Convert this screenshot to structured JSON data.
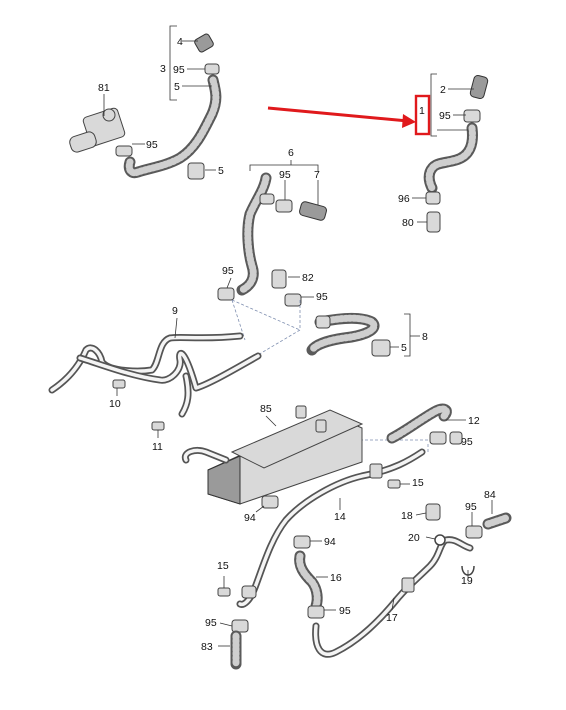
{
  "callouts": {
    "c1": "1",
    "c2": "2",
    "c3": "3",
    "c4": "4",
    "c5": "5",
    "c6": "6",
    "c7": "7",
    "c8": "8",
    "c9": "9",
    "c10": "10",
    "c11": "11",
    "c12": "12",
    "c14": "14",
    "c15": "15",
    "c16": "16",
    "c17": "17",
    "c18": "18",
    "c19": "19",
    "c20": "20",
    "c80": "80",
    "c81": "81",
    "c82": "82",
    "c83": "83",
    "c84": "84",
    "c85": "85",
    "c94": "94",
    "c95": "95",
    "c96": "96"
  },
  "highlight": {
    "target_label": "1",
    "color": "#e0191c"
  },
  "colors": {
    "hose": "#5a5a5a",
    "line": "#333333",
    "dashed_link": "#7f8fb0"
  }
}
